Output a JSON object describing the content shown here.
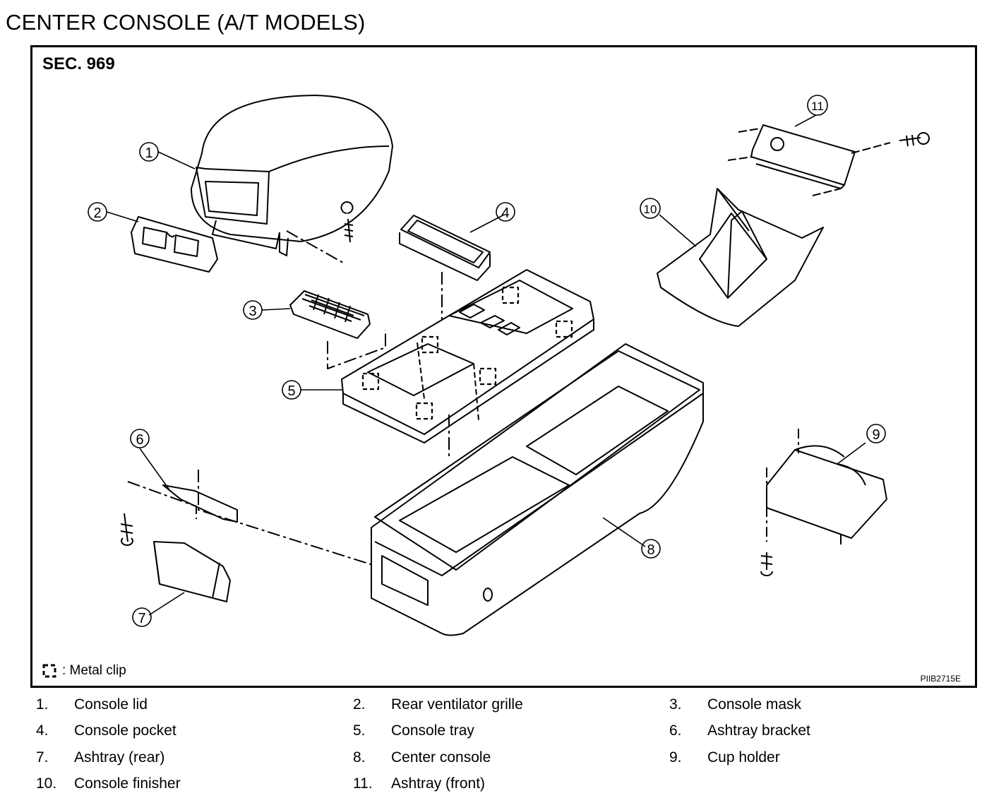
{
  "title": "CENTER CONSOLE (A/T MODELS)",
  "section": "SEC. 969",
  "legend": {
    "icon": "metal-clip-icon",
    "label": ": Metal clip"
  },
  "figure_code": "PIIB2715E",
  "callouts": [
    "1",
    "2",
    "3",
    "4",
    "5",
    "6",
    "7",
    "8",
    "9",
    "10",
    "11"
  ],
  "parts": [
    {
      "num": "1.",
      "name": "Console lid"
    },
    {
      "num": "2.",
      "name": "Rear ventilator grille"
    },
    {
      "num": "3.",
      "name": "Console mask"
    },
    {
      "num": "4.",
      "name": "Console pocket"
    },
    {
      "num": "5.",
      "name": "Console tray"
    },
    {
      "num": "6.",
      "name": "Ashtray bracket"
    },
    {
      "num": "7.",
      "name": "Ashtray (rear)"
    },
    {
      "num": "8.",
      "name": "Center console"
    },
    {
      "num": "9.",
      "name": "Cup holder"
    },
    {
      "num": "10.",
      "name": "Console finisher"
    },
    {
      "num": "11.",
      "name": "Ashtray (front)"
    }
  ]
}
